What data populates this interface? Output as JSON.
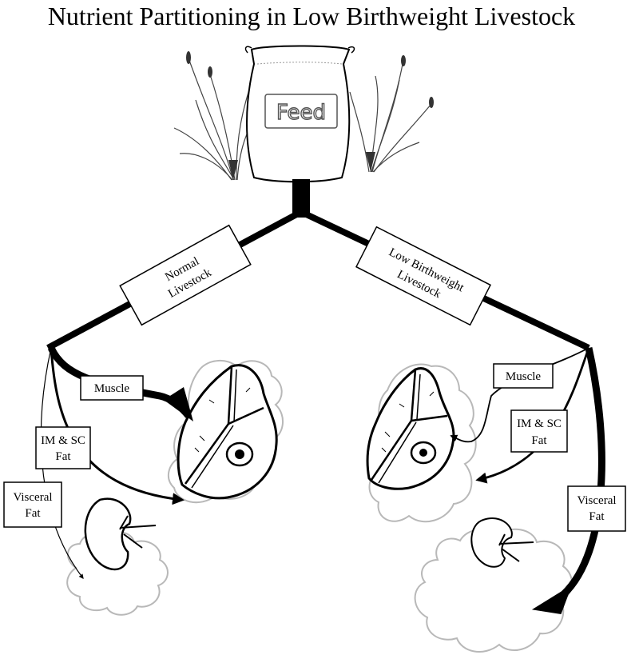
{
  "title": "Nutrient Partitioning in Low Birthweight Livestock",
  "feed_label": "Feed",
  "groups": {
    "normal": {
      "label_line1": "Normal",
      "label_line2": "Livestock",
      "outputs": {
        "muscle": "Muscle",
        "imsc_line1": "IM & SC",
        "imsc_line2": "Fat",
        "visceral_line1": "Visceral",
        "visceral_line2": "Fat"
      }
    },
    "low_birthweight": {
      "label_line1": "Low Birthweight",
      "label_line2": "Livestock",
      "outputs": {
        "muscle": "Muscle",
        "imsc_line1": "IM & SC",
        "imsc_line2": "Fat",
        "visceral_line1": "Visceral",
        "visceral_line2": "Fat"
      }
    }
  }
}
